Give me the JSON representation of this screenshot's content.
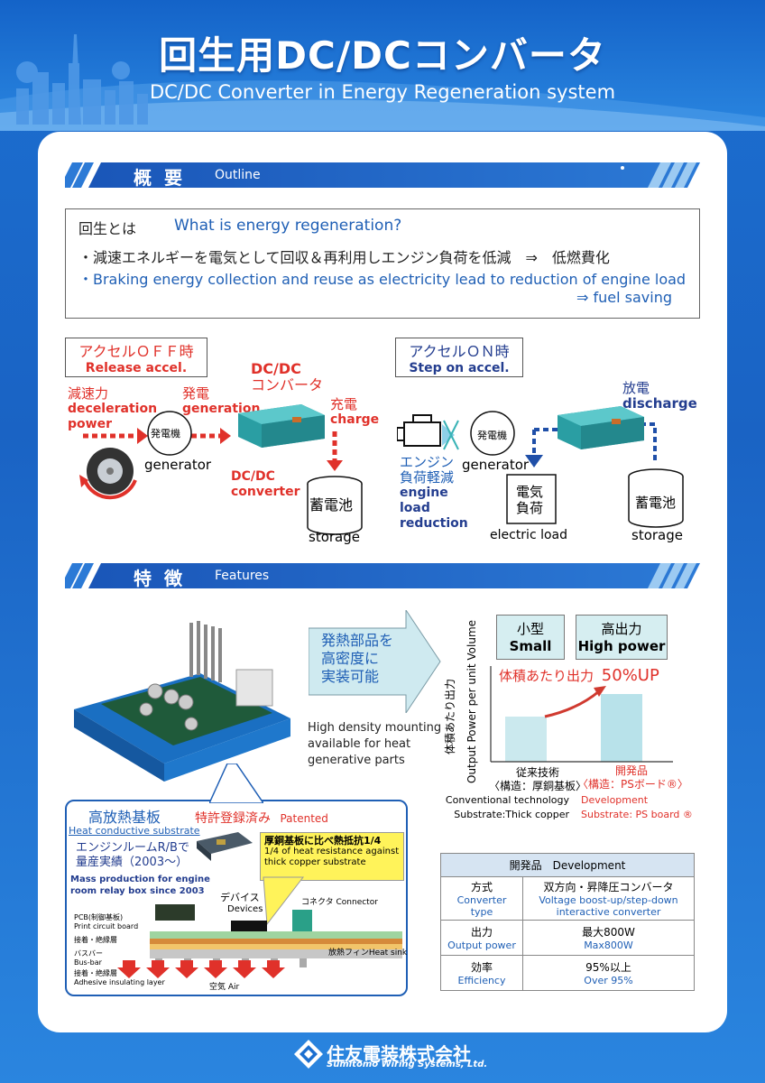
{
  "header": {
    "title_jp": "回生用DC/DCコンバータ",
    "title_en": "DC/DC Converter in Energy Regeneration system"
  },
  "outline": {
    "heading_jp": "概要",
    "heading_en": "Outline",
    "what_jp": "回生とは",
    "what_en": "What is energy regeneration?",
    "line_jp": "・減速エネルギーを電気として回収＆再利用しエンジン負荷を低減　⇒　低燃費化",
    "line_en_1": "・Braking energy collection and reuse as electricity lead to reduction of engine load",
    "line_en_2": "⇒ fuel saving"
  },
  "off_diagram": {
    "label_jp": "アクセルＯＦＦ時",
    "label_en": "Release accel.",
    "decel_jp": "減速力",
    "decel_en_1": "deceleration",
    "decel_en_2": "power",
    "gen_jp": "発電",
    "gen_en": "generation",
    "dcdc_title_1": "DC/DC",
    "dcdc_title_2": "コンバータ",
    "charge_jp": "充電",
    "charge_en": "charge",
    "generator_jp": "発電機",
    "generator_en": "generator",
    "dcdc_en_1": "DC/DC",
    "dcdc_en_2": "converter",
    "storage_jp": "蓄電池",
    "storage_en": "storage"
  },
  "on_diagram": {
    "label_jp": "アクセルＯＮ時",
    "label_en": "Step on accel.",
    "discharge_jp": "放電",
    "discharge_en": "discharge",
    "generator_jp": "発電機",
    "generator_en": "generator",
    "engine_jp_1": "エンジン",
    "engine_jp_2": "負荷軽減",
    "engine_en_1": "engine",
    "engine_en_2": "load",
    "engine_en_3": "reduction",
    "eload_jp_1": "電気",
    "eload_jp_2": "負荷",
    "eload_en": "electric load",
    "storage_jp": "蓄電池",
    "storage_en": "storage"
  },
  "features": {
    "heading_jp": "特徴",
    "heading_en": "Features",
    "arrow_jp": [
      "発熱部品を",
      "高密度に",
      "実装可能"
    ],
    "density_en": [
      "High density mounting",
      "available for heat",
      "generative parts"
    ],
    "small_jp": "小型",
    "small_en": "Small",
    "power_jp": "高出力",
    "power_en": "High power",
    "up_jp": "体積あたり出力",
    "up_pct": "50%UP",
    "y_jp": "体積あたり出力",
    "y_en": "Output Power per unit Volume",
    "conv_jp_1": "従来技術",
    "conv_jp_2": "〈構造：厚銅基板〉",
    "conv_en_1": "Conventional  technology",
    "conv_en_2": "Substrate:Thick copper",
    "dev_jp_1": "開発品",
    "dev_jp_2": "〈構造：PSボード®〉",
    "dev_en_1": "Development",
    "dev_en_2": "Substrate: PS board ®"
  },
  "heatsink": {
    "title_jp": "高放熱基板",
    "title_en": "Heat conductive substrate",
    "mp_jp_1": "エンジンルームR/Bで",
    "mp_jp_2": "量産実績（2003〜）",
    "mp_en_1": "Mass production for engine",
    "mp_en_2": "room relay box since 2003",
    "patent_jp": "特許登録済み",
    "patent_en": "Patented",
    "callout_jp": "厚銅基板に比べ熱抵抗1/4",
    "callout_en_1": "1/4 of heat resistance against",
    "callout_en_2": "thick copper substrate",
    "device_jp": "デバイス",
    "device_en": "Devices",
    "connector": "コネクタ Connector",
    "pcb_jp": "PCB(制御基板)",
    "pcb_en": "Print circuit board",
    "ins_jp_1": "接着・絶縁層",
    "busbar_jp": "バスバー",
    "busbar_en": "Bus-bar",
    "ins_jp_2": "接着・絶縁層",
    "ins_en": "Adhesive insulating layer",
    "fin": "放熱フィンHeat sink",
    "air": "空気 Air"
  },
  "spec": {
    "header": "開発品　Development",
    "rows": [
      {
        "k_jp": "方式",
        "k_en_1": "Converter",
        "k_en_2": "type",
        "v_jp": "双方向・昇降圧コンバータ",
        "v_en_1": "Voltage boost-up/step-down",
        "v_en_2": "interactive converter"
      },
      {
        "k_jp": "出力",
        "k_en_1": "Output power",
        "k_en_2": "",
        "v_jp": "最大800W",
        "v_en_1": "Max800W",
        "v_en_2": ""
      },
      {
        "k_jp": "効率",
        "k_en_1": "Efficiency",
        "k_en_2": "",
        "v_jp": "95%以上",
        "v_en_1": "Over 95%",
        "v_en_2": ""
      }
    ]
  },
  "chart_data": {
    "type": "bar",
    "categories": [
      "従来技術",
      "開発品"
    ],
    "values": [
      1.0,
      1.5
    ],
    "ylabel": "Output Power per unit Volume"
  },
  "footer": {
    "company_jp": "住友電装株式会社",
    "company_en": "Sumitomo Wiring Systems, Ltd."
  },
  "colors": {
    "accent_red": "#e0312a",
    "accent_blue": "#1f5fb5",
    "navy": "#233d8f",
    "teal": "#3ab3b6"
  }
}
